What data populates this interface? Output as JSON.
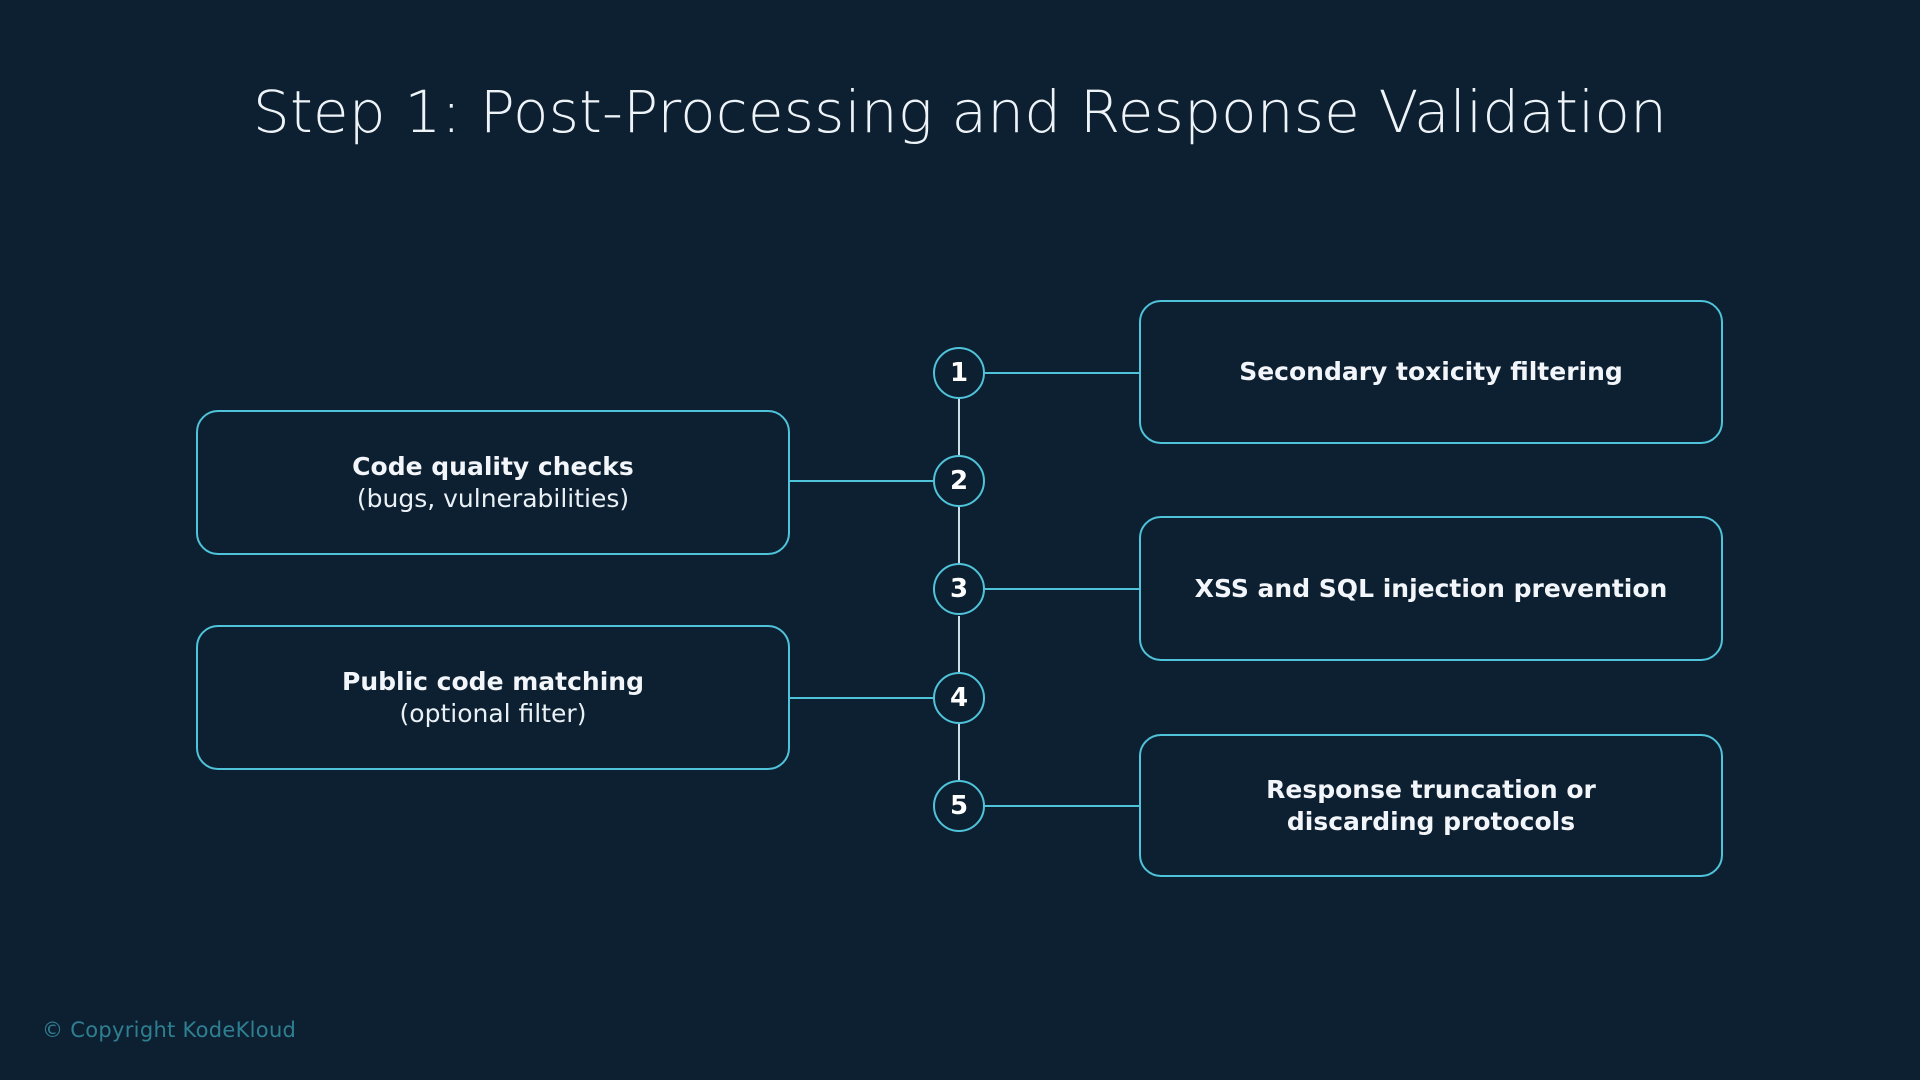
{
  "slide": {
    "title": "Step 1: Post-Processing and Response Validation",
    "background_color": "#0d2031",
    "accent_color": "#4fc3d9",
    "connector_color": "#cbdde6",
    "text_color": "#f2f6fa",
    "footer_color": "#2e7f92"
  },
  "footer": {
    "copyright": "© Copyright KodeKloud"
  },
  "steps": [
    {
      "number": "1",
      "side": "right",
      "primary": "Secondary toxicity filtering",
      "secondary": ""
    },
    {
      "number": "2",
      "side": "left",
      "primary": "Code quality checks",
      "secondary": "(bugs, vulnerabilities)"
    },
    {
      "number": "3",
      "side": "right",
      "primary": "XSS and SQL injection prevention",
      "secondary": ""
    },
    {
      "number": "4",
      "side": "left",
      "primary": "Public code matching",
      "secondary": "(optional filter)"
    },
    {
      "number": "5",
      "side": "right",
      "primary": "Response truncation or",
      "secondary": "discarding protocols"
    }
  ],
  "cards": {
    "left_1": {
      "primary": "Code quality checks",
      "secondary": "(bugs, vulnerabilities)"
    },
    "left_2": {
      "primary": "Public code matching",
      "secondary": "(optional filter)"
    },
    "right_1": {
      "primary": "Secondary toxicity filtering"
    },
    "right_2": {
      "primary": "XSS and SQL injection prevention"
    },
    "right_3": {
      "primary": "Response truncation or",
      "secondary": "discarding protocols"
    }
  },
  "circles": {
    "n1": "1",
    "n2": "2",
    "n3": "3",
    "n4": "4",
    "n5": "5"
  }
}
